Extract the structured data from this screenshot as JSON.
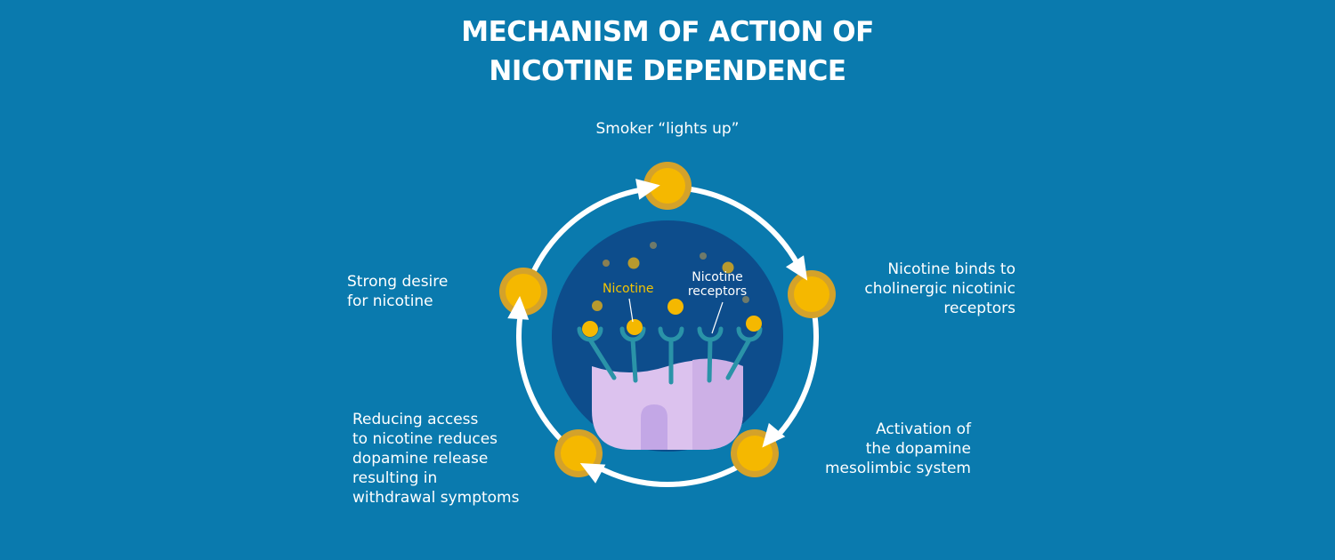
{
  "title": {
    "line1": "MECHANISM OF ACTION OF",
    "line2": "NICOTINE DEPENDENCE"
  },
  "steps": {
    "top": {
      "lines": [
        "Smoker “lights up”"
      ]
    },
    "right": {
      "lines": [
        "Nicotine binds to",
        "cholinergic nicotinic",
        "receptors"
      ]
    },
    "bottom_right": {
      "lines": [
        "Activation of",
        "the dopamine",
        "mesolimbic system"
      ]
    },
    "bottom_left": {
      "lines": [
        "Reducing access",
        "to nicotine reduces",
        "dopamine release",
        "resulting in",
        "withdrawal symptoms"
      ]
    },
    "left": {
      "lines": [
        "Strong desire",
        "for nicotine"
      ]
    }
  },
  "inset": {
    "nicotine_label": "Nicotine",
    "receptor_label_line1": "Nicotine",
    "receptor_label_line2": "receptors"
  },
  "colors": {
    "background": "#0a7aae",
    "inset": "#0d4d8c",
    "node": "#f5b800",
    "node_halo": "#d4a22a",
    "receptor": "#2a93a8",
    "cell": "#dcc2ee",
    "nicotine_text": "#f5c400"
  }
}
